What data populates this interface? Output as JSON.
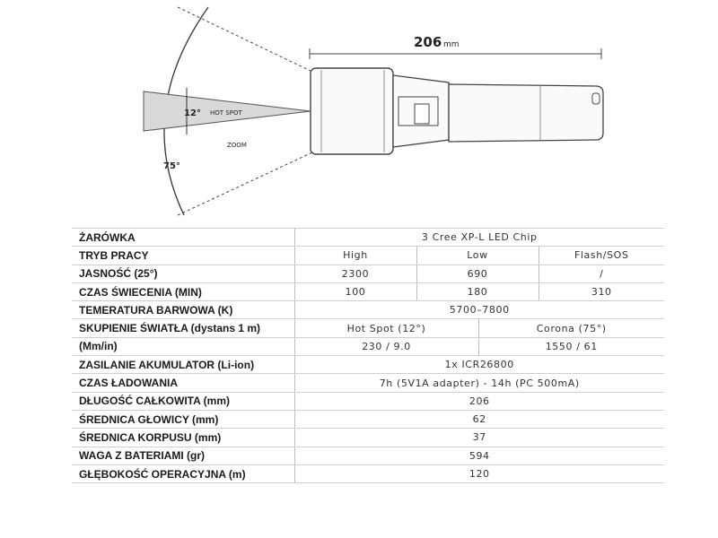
{
  "diagram": {
    "length_value": "206",
    "length_unit": "mm",
    "narrow_angle": "12°",
    "hot_spot_label": "HOT SPOT",
    "zoom_label": "ZOOM",
    "wide_angle": "75°"
  },
  "specs": [
    {
      "label": "ŻARÓWKA",
      "values": [
        "3 Cree XP-L LED Chip"
      ]
    },
    {
      "label": "TRYB PRACY",
      "values": [
        "High",
        "Low",
        "Flash/SOS"
      ]
    },
    {
      "label": "JASNOŚĆ (25°)",
      "values": [
        "2300",
        "690",
        "/"
      ]
    },
    {
      "label": "CZAS ŚWIECENIA (MIN)",
      "values": [
        "100",
        "180",
        "310"
      ]
    },
    {
      "label": "TEMERATURA BARWOWA (K)",
      "values": [
        "5700–7800"
      ]
    },
    {
      "label": "SKUPIENIE ŚWIATŁA (dystans 1 m)",
      "values": [
        "Hot Spot (12°)",
        "Corona (75°)"
      ]
    },
    {
      "label": "(Mm/in)",
      "values": [
        "230 / 9.0",
        "1550 / 61"
      ]
    },
    {
      "label": "ZASILANIE AKUMULATOR (Li-ion)",
      "values": [
        "1x ICR26800"
      ]
    },
    {
      "label": "CZAS ŁADOWANIA",
      "values": [
        "7h (5V1A adapter) - 14h (PC 500mA)"
      ]
    },
    {
      "label": "DŁUGOŚĆ CAŁKOWITA (mm)",
      "values": [
        "206"
      ]
    },
    {
      "label": "ŚREDNICA GŁOWICY (mm)",
      "values": [
        "62"
      ]
    },
    {
      "label": "ŚREDNICA KORPUSU (mm)",
      "values": [
        "37"
      ]
    },
    {
      "label": "WAGA Z BATERIAMI (gr)",
      "values": [
        "594"
      ]
    },
    {
      "label": "GŁĘBOKOŚĆ OPERACYJNA (m)",
      "values": [
        "120"
      ]
    }
  ]
}
